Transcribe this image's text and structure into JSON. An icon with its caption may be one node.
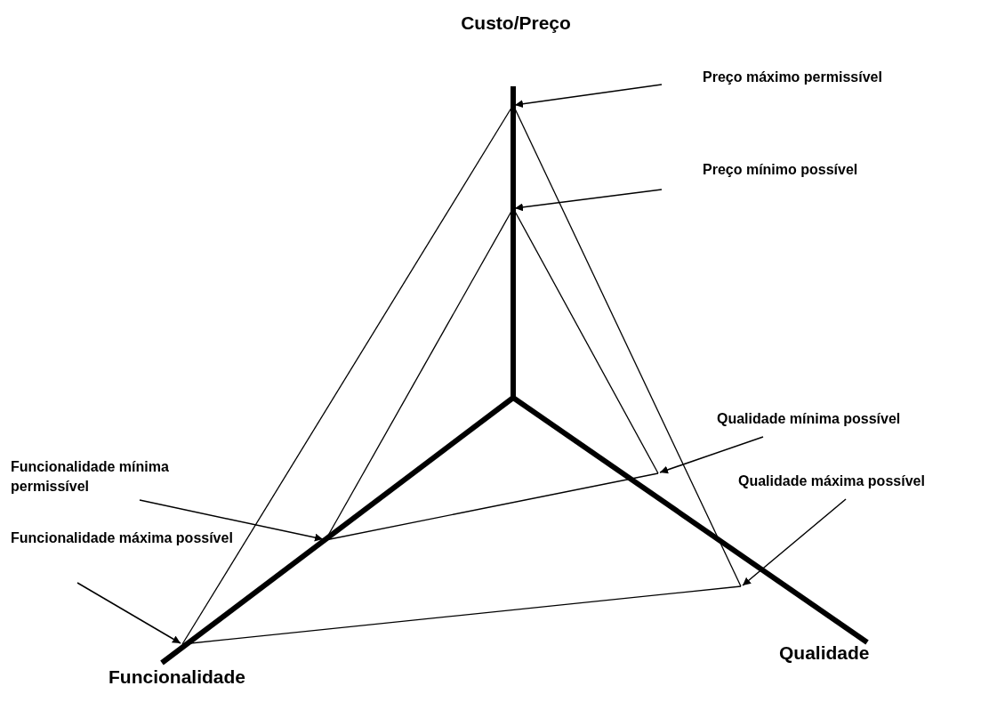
{
  "diagram": {
    "nodes": [
      {
        "text": [
          "Preço máximo permissível"
        ]
      },
      {
        "text": [
          "Preço mínimo possível"
        ]
      },
      {
        "text": [
          "Qualidade mínima possível"
        ]
      },
      {
        "text": [
          "Qualidade máxima possível"
        ]
      },
      {
        "text": [
          "Funcionalidade mínima permissível"
        ]
      },
      {
        "text": [
          "Funcionalidade máxima possível"
        ]
      }
    ],
    "edges": [
      {
        "from": 0,
        "to": null,
        "arrow": "to"
      },
      {
        "from": 1,
        "to": null,
        "arrow": "to"
      },
      {
        "from": 2,
        "to": null,
        "arrow": "to"
      },
      {
        "from": 3,
        "to": null,
        "arrow": "to"
      },
      {
        "from": 4,
        "to": null,
        "arrow": "to"
      },
      {
        "from": 5,
        "to": null,
        "arrow": "to"
      }
    ],
    "labels": [
      "Custo/Preço",
      "Qualidade",
      "Funcionalidade"
    ]
  }
}
